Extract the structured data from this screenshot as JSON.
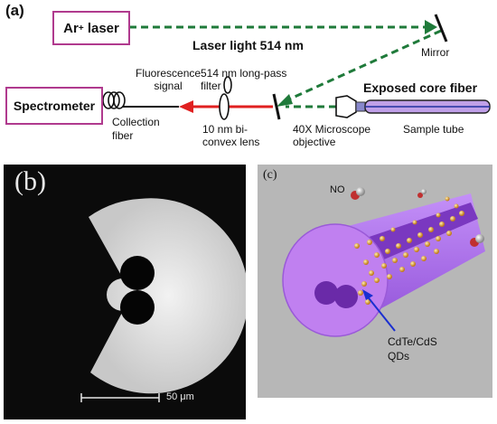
{
  "panel_a": {
    "tag": "(a)",
    "laser_label": "Ar",
    "laser_superscript": "+",
    "laser_suffix": " laser",
    "laser_light_label": "Laser light 514 nm",
    "mirror_label": "Mirror",
    "spectrometer_label": "Spectrometer",
    "fluorescence_line1": "Fluorescence",
    "fluorescence_line2": "signal",
    "collection_line1": "Collection",
    "collection_line2": "fiber",
    "filter_line1": "514 nm long-pass",
    "filter_line2": "filter",
    "lens_line1": "10 nm bi-",
    "lens_line2": "convex lens",
    "objective_line1": "40X Microscope",
    "objective_line2": "objective",
    "exposed_core_label": "Exposed core fiber",
    "sample_tube_label": "Sample tube"
  },
  "panel_b": {
    "tag": "(b)",
    "scale_label": "50 μm"
  },
  "panel_c": {
    "tag": "(c)",
    "no_label": "NO",
    "qd_line1": "CdTe/CdS",
    "qd_line2": "QDs"
  },
  "colors": {
    "green_beam": "#1f7a3a",
    "red_beam": "#e02020",
    "box_border": "#b03a8e",
    "fiber_purple": "#b070f0",
    "arrow_blue": "#1a2fd0",
    "qd_gold": "#e0a030"
  }
}
